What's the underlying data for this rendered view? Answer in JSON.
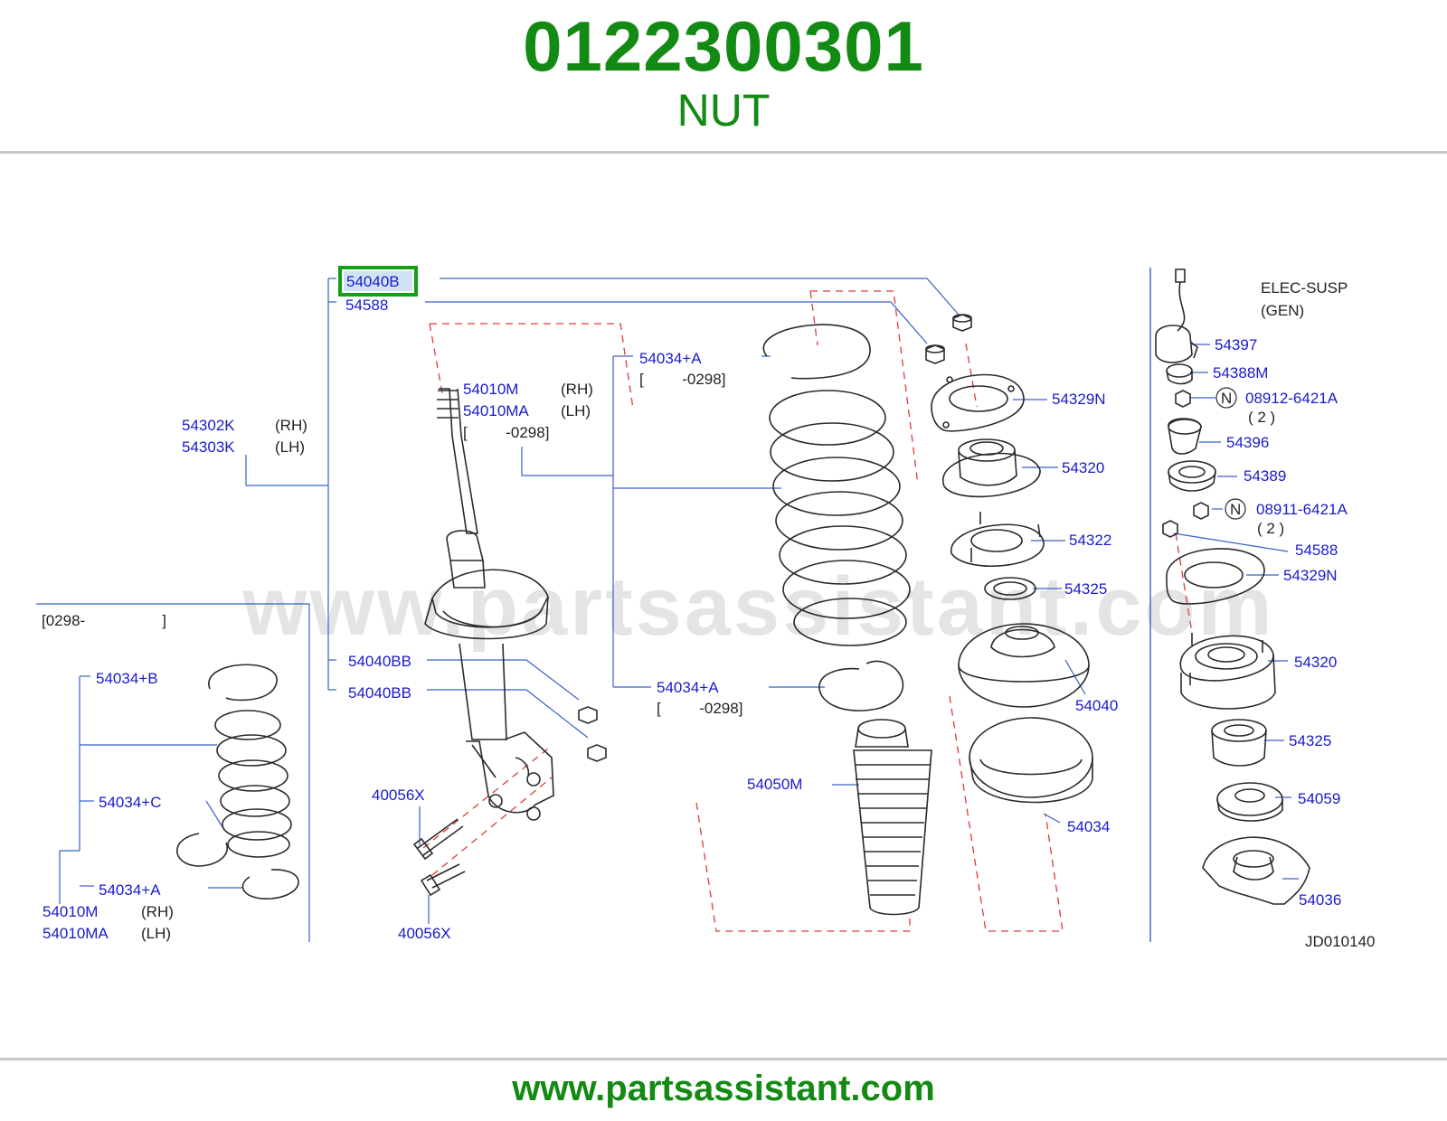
{
  "header": {
    "part_number": "0122300301",
    "part_name": "NUT"
  },
  "footer": {
    "url": "www.partsassistant.com"
  },
  "watermark": "www.partsassistant.com",
  "highlight_color": "#14a014",
  "diagram": {
    "code": "JD010140",
    "section_note": "ELEC-SUSP\n(GEN)",
    "labels": {
      "p54040B": "54040B",
      "p54588_top": "54588",
      "p54302K": "54302K",
      "p54303K": "54303K",
      "rh1": "(RH)",
      "lh1": "(LH)",
      "p54010M_a": "54010M",
      "p54010MA_a": "54010MA",
      "rh2": "(RH)",
      "lh2": "(LH)",
      "date_a": "[         -0298]",
      "p54034A_top": "54034+A",
      "date_b": "[         -0298]",
      "p54034A_mid": "54034+A",
      "date_c": "[         -0298]",
      "p54040BB_1": "54040BB",
      "p54040BB_2": "54040BB",
      "p40056X_1": "40056X",
      "p40056X_2": "40056X",
      "range_0298": "[0298-                  ]",
      "p54034B": "54034+B",
      "p54034C": "54034+C",
      "p54034A_left": "54034+A",
      "p54010M_b": "54010M",
      "p54010MA_b": "54010MA",
      "rh3": "(RH)",
      "lh3": "(LH)",
      "p54329N_a": "54329N",
      "p54320_a": "54320",
      "p54322": "54322",
      "p54325_a": "54325",
      "p54040": "54040",
      "p54050M": "54050M",
      "p54034": "54034",
      "p54397": "54397",
      "p54388M": "54388M",
      "n1": "N",
      "p08912": "08912-6421A",
      "qty1": "( 2 )",
      "p54396": "54396",
      "p54389": "54389",
      "n2": "N",
      "p08911": "08911-6421A",
      "qty2": "( 2 )",
      "p54588_right": "54588",
      "p54329N_b": "54329N",
      "p54320_b": "54320",
      "p54325_b": "54325",
      "p54059": "54059",
      "p54036": "54036"
    }
  }
}
